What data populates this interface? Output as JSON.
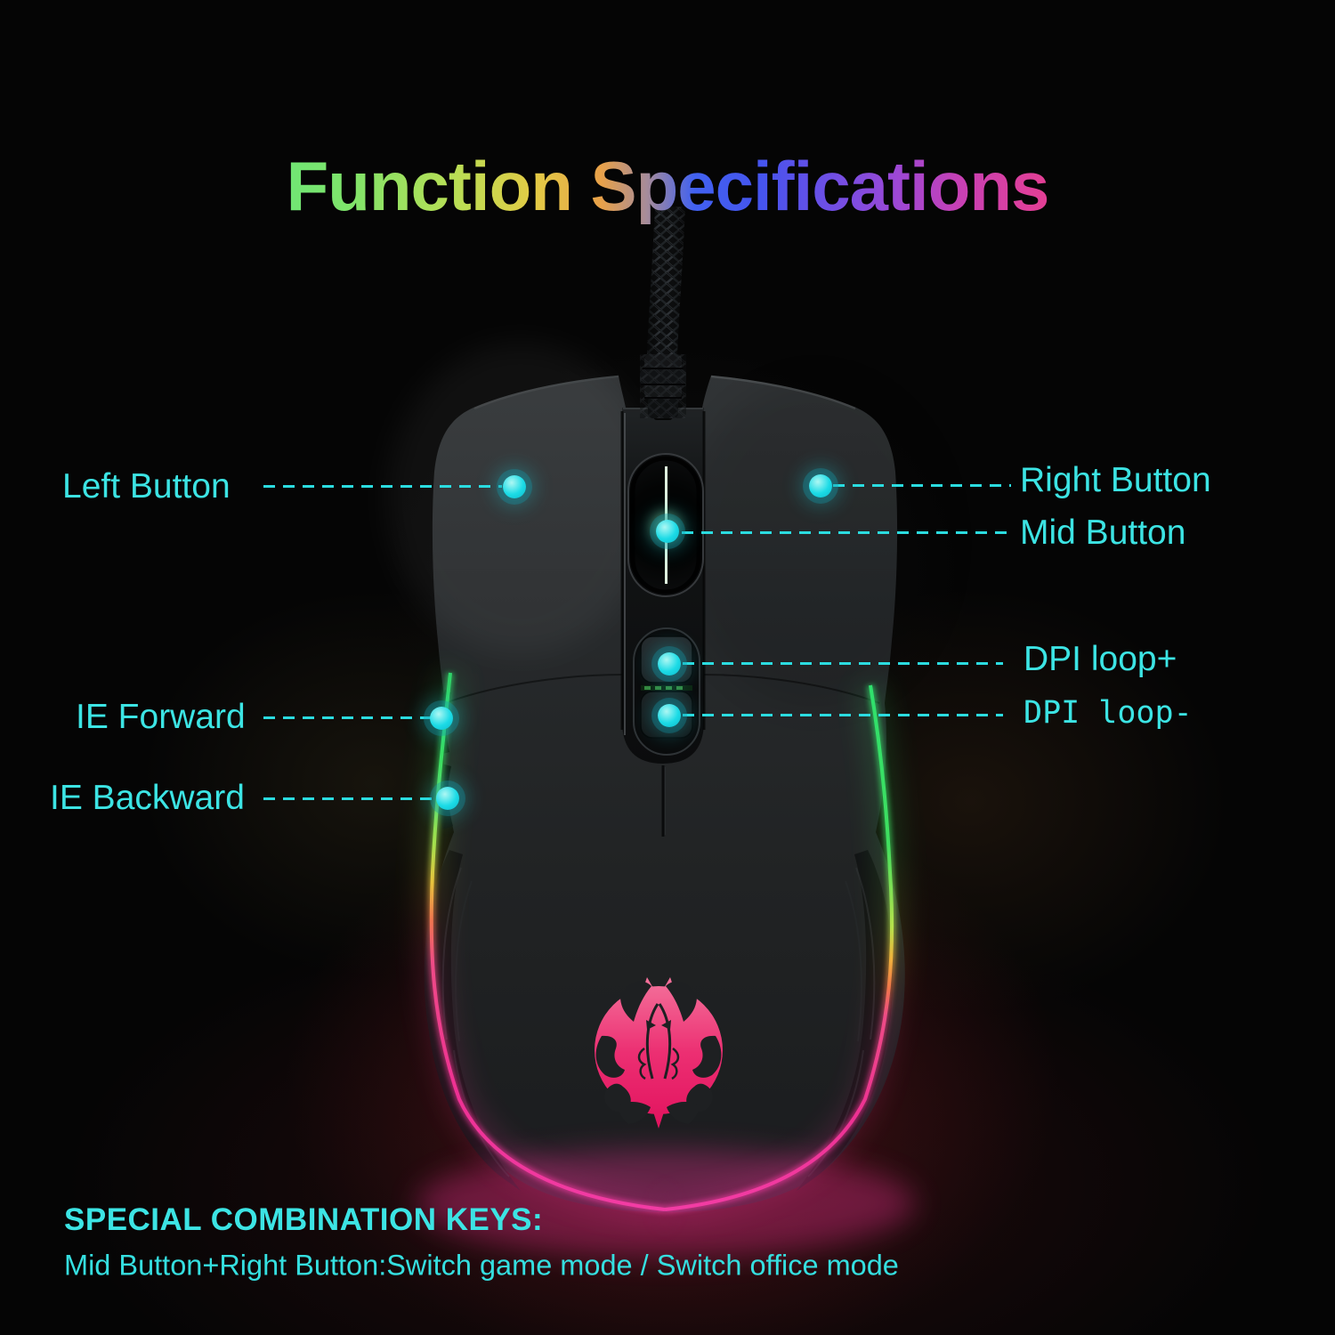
{
  "meta": {
    "view": "RGB gaming mouse, top view infographic"
  },
  "title": {
    "word1": "Function",
    "word2": "Specifications"
  },
  "callouts": [
    {
      "id": "left-button",
      "label": "Left Button",
      "side": "left"
    },
    {
      "id": "right-button",
      "label": "Right Button",
      "side": "right"
    },
    {
      "id": "mid-button",
      "label": "Mid Button",
      "side": "right"
    },
    {
      "id": "dpi-loop-plus",
      "label": "DPI loop+",
      "side": "right"
    },
    {
      "id": "dpi-loop-minus",
      "label": "DPI loop-",
      "side": "right"
    },
    {
      "id": "ie-forward",
      "label": "IE Forward",
      "side": "left"
    },
    {
      "id": "ie-backward",
      "label": "IE Backward",
      "side": "left"
    }
  ],
  "footer": {
    "heading": "SPECIAL COMBINATION KEYS:",
    "line": "Mid Button+Right Button:Switch game mode / Switch office mode"
  },
  "icons": {
    "logo": "bat-logo",
    "marker": "callout-dot"
  },
  "colors": {
    "background": "#050505",
    "accent_cyan": "#3CE4E4",
    "dot_cyan": "#1BDBE6",
    "wheel_green": "#8AF09A",
    "logo_pink": "#EC2F72",
    "rgb_strip": [
      "#2FD469",
      "#E9C43D",
      "#F0764F",
      "#EE4B87",
      "#F23CA4"
    ],
    "title_gradient": [
      "#54E68B",
      "#E3CB45",
      "#E8A149",
      "#4161F0",
      "#9B48D6",
      "#EC478C"
    ]
  }
}
